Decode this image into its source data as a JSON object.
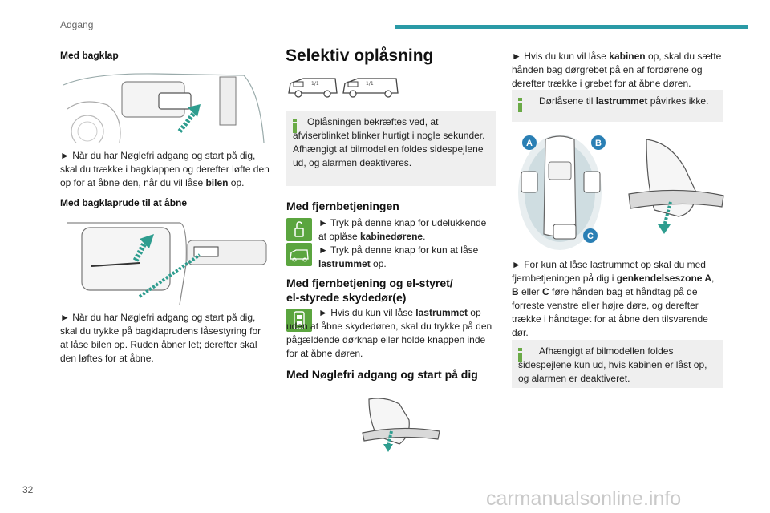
{
  "header": {
    "section_title": "Adgang"
  },
  "page_number": "32",
  "col1": {
    "h1": "Med bagklap",
    "p1_pre": "► Når du har Nøglefri adgang og start på dig, skal du trække i bagklappen og derefter løfte den op for at åbne den, når du vil låse ",
    "p1_bold": "bilen",
    "p1_post": " op.",
    "h2": "Med bagklaprude til at åbne",
    "p2": "► Når du har Nøglefri adgang og start på dig, skal du trykke på bagklaprudens låsestyring for at låse bilen op. Ruden åbner let; derefter skal den løftes for at åbne."
  },
  "col2": {
    "title": "Selektiv oplåsning",
    "info1": "Oplåsningen bekræftes ved, at afviserblinket blinker hurtigt i nogle sekunder.\nAfhængigt af bilmodellen foldes sidespejlene ud, og alarmen deaktiveres.",
    "h_remote": "Med fjernbetjeningen",
    "remote_a_pre": "► Tryk på denne knap for udelukkende at oplåse ",
    "remote_a_bold": "kabinedørene",
    "remote_a_post": ".",
    "remote_b_pre": "► Tryk på denne knap for kun at låse ",
    "remote_b_bold": "lastrummet",
    "remote_b_post": " op.",
    "h_elstyret_1": "Med fjernbetjening og el-styret/",
    "h_elstyret_2": "el-styrede skydedør(e)",
    "el_pre": "► Hvis du kun vil låse ",
    "el_bold": "lastrummet",
    "el_post": " op uden at åbne skydedøren, skal du trykke på den pågældende dørknap eller holde knappen inde for at åbne døren.",
    "h_keyless": "Med Nøglefri adgang og start på dig"
  },
  "col3": {
    "p1_pre": "► Hvis du kun vil låse ",
    "p1_bold": "kabinen",
    "p1_post": " op, skal du sætte hånden bag dørgrebet på en af fordørene og derefter trække i grebet for at åbne døren.",
    "info_pre": "Dørlåsene til ",
    "info_bold": "lastrummet",
    "info_post": " påvirkes ikke.",
    "zone_labels": [
      "A",
      "B",
      "C"
    ],
    "p2_pre": "► For kun at låse lastrummet op skal du med fjernbetjeningen på dig i ",
    "p2_bold1": "genkendelseszone A",
    "p2_mid1": ", ",
    "p2_bold2": "B",
    "p2_mid2": " eller ",
    "p2_bold3": "C",
    "p2_post": " føre hånden bag et håndtag på de forreste venstre eller højre døre, og derefter trække i håndtaget for at åbne den tilsvarende dør.",
    "info2": "Afhængigt af bilmodellen foldes sidespejlene kun ud, hvis kabinen er låst op, og alarmen er deaktiveret."
  },
  "watermark": "carmanualsonline.info",
  "colors": {
    "accent": "#2a9aa6",
    "green": "#5ba53f",
    "arrow_teal": "#2e9d8f"
  }
}
